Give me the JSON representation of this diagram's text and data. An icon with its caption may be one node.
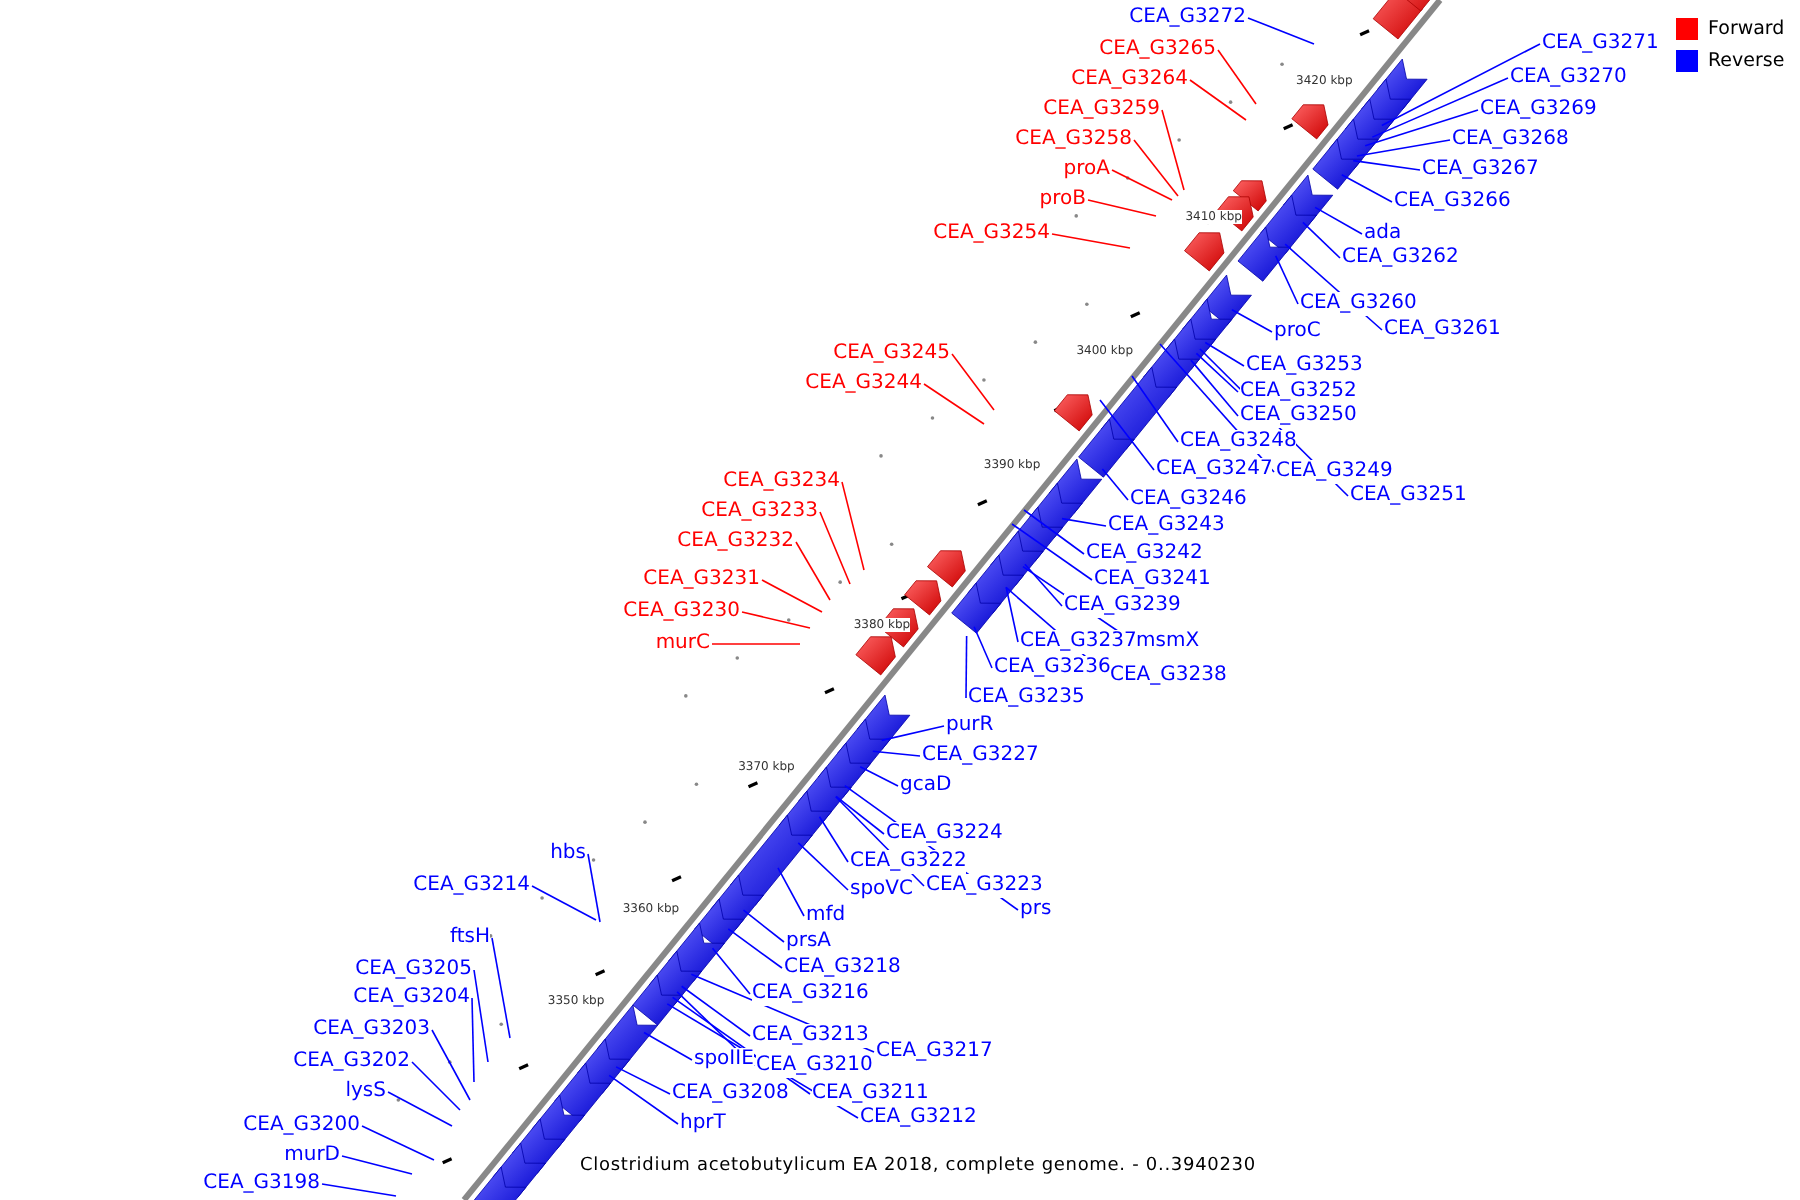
{
  "diagram": {
    "caption": "Clostridium acetobutylicum EA 2018, complete genome. - 0..3940230",
    "nodes": [
      {
        "text": [
          "CEA_G3272"
        ]
      },
      {
        "text": [
          "CEA_G3271"
        ]
      },
      {
        "text": [
          "CEA_G3265"
        ]
      },
      {
        "text": [
          "CEA_G3270"
        ]
      },
      {
        "text": [
          "CEA_G3264"
        ]
      },
      {
        "text": [
          "CEA_G3259"
        ]
      },
      {
        "text": [
          "CEA_G3269"
        ]
      },
      {
        "text": [
          "CEA_G3258"
        ]
      },
      {
        "text": [
          "CEA_G3268"
        ]
      },
      {
        "text": [
          "proA"
        ]
      },
      {
        "text": [
          "CEA_G3267"
        ]
      },
      {
        "text": [
          "proB"
        ]
      },
      {
        "text": [
          "CEA_G3266"
        ]
      },
      {
        "text": [
          "CEA_G3254"
        ]
      },
      {
        "text": [
          "ada"
        ]
      },
      {
        "text": [
          "CEA_G3262"
        ]
      },
      {
        "text": [
          "CEA_G3260"
        ]
      },
      {
        "text": [
          "CEA_G3261"
        ]
      },
      {
        "text": [
          "proC"
        ]
      },
      {
        "text": [
          "CEA_G3245"
        ]
      },
      {
        "text": [
          "CEA_G3253"
        ]
      },
      {
        "text": [
          "CEA_G3244"
        ]
      },
      {
        "text": [
          "CEA_G3252"
        ]
      },
      {
        "text": [
          "CEA_G3250"
        ]
      },
      {
        "text": [
          "CEA_G3248"
        ]
      },
      {
        "text": [
          "CEA_G3247"
        ]
      },
      {
        "text": [
          "CEA_G3249"
        ]
      },
      {
        "text": [
          "CEA_G3234"
        ]
      },
      {
        "text": [
          "CEA_G3251"
        ]
      },
      {
        "text": [
          "CEA_G3246"
        ]
      },
      {
        "text": [
          "CEA_G3233"
        ]
      },
      {
        "text": [
          "CEA_G3243"
        ]
      },
      {
        "text": [
          "CEA_G3232"
        ]
      },
      {
        "text": [
          "CEA_G3242"
        ]
      },
      {
        "text": [
          "CEA_G3231"
        ]
      },
      {
        "text": [
          "CEA_G3241"
        ]
      },
      {
        "text": [
          "CEA_G3239"
        ]
      },
      {
        "text": [
          "CEA_G3230"
        ]
      },
      {
        "text": [
          "CEA_G3237"
        ]
      },
      {
        "text": [
          "msmX"
        ]
      },
      {
        "text": [
          "murC"
        ]
      },
      {
        "text": [
          "CEA_G3236"
        ]
      },
      {
        "text": [
          "CEA_G3238"
        ]
      },
      {
        "text": [
          "CEA_G3235"
        ]
      },
      {
        "text": [
          "purR"
        ]
      },
      {
        "text": [
          "CEA_G3227"
        ]
      },
      {
        "text": [
          "gcaD"
        ]
      },
      {
        "text": [
          "CEA_G3224"
        ]
      },
      {
        "text": [
          "hbs"
        ]
      },
      {
        "text": [
          "CEA_G3222"
        ]
      },
      {
        "text": [
          "CEA_G3214"
        ]
      },
      {
        "text": [
          "CEA_G3223"
        ]
      },
      {
        "text": [
          "spoVC"
        ]
      },
      {
        "text": [
          "mfd"
        ]
      },
      {
        "text": [
          "prs"
        ]
      },
      {
        "text": [
          "prsA"
        ]
      },
      {
        "text": [
          "ftsH"
        ]
      },
      {
        "text": [
          "CEA_G3218"
        ]
      },
      {
        "text": [
          "CEA_G3205"
        ]
      },
      {
        "text": [
          "CEA_G3216"
        ]
      },
      {
        "text": [
          "CEA_G3204"
        ]
      },
      {
        "text": [
          "CEA_G3203"
        ]
      },
      {
        "text": [
          "CEA_G3213"
        ]
      },
      {
        "text": [
          "CEA_G3217"
        ]
      },
      {
        "text": [
          "spoIIE"
        ]
      },
      {
        "text": [
          "CEA_G3202"
        ]
      },
      {
        "text": [
          "CEA_G3210"
        ]
      },
      {
        "text": [
          "lysS"
        ]
      },
      {
        "text": [
          "CEA_G3208"
        ]
      },
      {
        "text": [
          "CEA_G3211"
        ]
      },
      {
        "text": [
          "CEA_G3212"
        ]
      },
      {
        "text": [
          "hprT"
        ]
      },
      {
        "text": [
          "CEA_G3200"
        ]
      },
      {
        "text": [
          "murD"
        ]
      },
      {
        "text": [
          "CEA_G3198"
        ]
      }
    ],
    "edges": [
      {
        "from": 0,
        "to": null,
        "arrow": "none"
      },
      {
        "from": 1,
        "to": null,
        "arrow": "none"
      },
      {
        "from": 2,
        "to": null,
        "arrow": "none",
        "color": "#ff0000"
      },
      {
        "from": 3,
        "to": null,
        "arrow": "none"
      },
      {
        "from": 4,
        "to": null,
        "arrow": "none",
        "color": "#ff0000"
      },
      {
        "from": 5,
        "to": null,
        "arrow": "none",
        "color": "#ff0000"
      },
      {
        "from": 6,
        "to": null,
        "arrow": "none"
      },
      {
        "from": 7,
        "to": null,
        "arrow": "none",
        "color": "#ff0000"
      },
      {
        "from": 8,
        "to": null,
        "arrow": "none"
      },
      {
        "from": 9,
        "to": null,
        "arrow": "none",
        "color": "#ff0000"
      },
      {
        "from": 10,
        "to": null,
        "arrow": "none"
      },
      {
        "from": 11,
        "to": null,
        "arrow": "none",
        "color": "#ff0000"
      },
      {
        "from": 12,
        "to": null,
        "arrow": "none"
      },
      {
        "from": 13,
        "to": null,
        "arrow": "none",
        "color": "#ff0000"
      },
      {
        "from": 14,
        "to": null,
        "arrow": "none"
      },
      {
        "from": 15,
        "to": null,
        "arrow": "none"
      },
      {
        "from": 16,
        "to": null,
        "arrow": "none"
      },
      {
        "from": 17,
        "to": null,
        "arrow": "none"
      },
      {
        "from": 18,
        "to": null,
        "arrow": "none"
      },
      {
        "from": 19,
        "to": null,
        "arrow": "none",
        "color": "#ff0000"
      },
      {
        "from": 20,
        "to": null,
        "arrow": "none"
      },
      {
        "from": 21,
        "to": null,
        "arrow": "none",
        "color": "#ff0000"
      },
      {
        "from": 22,
        "to": null,
        "arrow": "none"
      },
      {
        "from": 23,
        "to": null,
        "arrow": "none"
      },
      {
        "from": 24,
        "to": null,
        "arrow": "none"
      },
      {
        "from": 25,
        "to": null,
        "arrow": "none"
      },
      {
        "from": 26,
        "to": null,
        "arrow": "none"
      },
      {
        "from": 27,
        "to": null,
        "arrow": "none",
        "color": "#ff0000"
      },
      {
        "from": 28,
        "to": null,
        "arrow": "none"
      },
      {
        "from": 29,
        "to": null,
        "arrow": "none"
      },
      {
        "from": 30,
        "to": null,
        "arrow": "none",
        "color": "#ff0000"
      },
      {
        "from": 31,
        "to": null,
        "arrow": "none"
      },
      {
        "from": 32,
        "to": null,
        "arrow": "none",
        "color": "#ff0000"
      },
      {
        "from": 33,
        "to": null,
        "arrow": "none"
      },
      {
        "from": 34,
        "to": null,
        "arrow": "none",
        "color": "#ff0000"
      },
      {
        "from": 35,
        "to": null,
        "arrow": "none"
      },
      {
        "from": 36,
        "to": null,
        "arrow": "none"
      },
      {
        "from": 37,
        "to": null,
        "arrow": "none",
        "color": "#ff0000"
      },
      {
        "from": 38,
        "to": null,
        "arrow": "none"
      },
      {
        "from": 39,
        "to": null,
        "arrow": "none"
      },
      {
        "from": 40,
        "to": null,
        "arrow": "none",
        "color": "#ff0000"
      },
      {
        "from": 41,
        "to": null,
        "arrow": "none"
      },
      {
        "from": 42,
        "to": null,
        "arrow": "none"
      },
      {
        "from": 43,
        "to": null,
        "arrow": "none"
      },
      {
        "from": 44,
        "to": null,
        "arrow": "none"
      },
      {
        "from": 45,
        "to": null,
        "arrow": "none"
      },
      {
        "from": 46,
        "to": null,
        "arrow": "none"
      },
      {
        "from": 47,
        "to": null,
        "arrow": "none"
      },
      {
        "from": 48,
        "to": null,
        "arrow": "none"
      },
      {
        "from": 49,
        "to": null,
        "arrow": "none"
      },
      {
        "from": 50,
        "to": null,
        "arrow": "none"
      },
      {
        "from": 51,
        "to": null,
        "arrow": "none"
      },
      {
        "from": 52,
        "to": null,
        "arrow": "none"
      },
      {
        "from": 53,
        "to": null,
        "arrow": "none"
      },
      {
        "from": 54,
        "to": null,
        "arrow": "none"
      },
      {
        "from": 55,
        "to": null,
        "arrow": "none"
      },
      {
        "from": 56,
        "to": null,
        "arrow": "none"
      },
      {
        "from": 57,
        "to": null,
        "arrow": "none"
      },
      {
        "from": 58,
        "to": null,
        "arrow": "none"
      },
      {
        "from": 59,
        "to": null,
        "arrow": "none"
      },
      {
        "from": 60,
        "to": null,
        "arrow": "none"
      },
      {
        "from": 61,
        "to": null,
        "arrow": "none"
      },
      {
        "from": 62,
        "to": null,
        "arrow": "none"
      },
      {
        "from": 63,
        "to": null,
        "arrow": "none"
      },
      {
        "from": 64,
        "to": null,
        "arrow": "none"
      },
      {
        "from": 65,
        "to": null,
        "arrow": "none"
      },
      {
        "from": 66,
        "to": null,
        "arrow": "none"
      },
      {
        "from": 67,
        "to": null,
        "arrow": "none"
      },
      {
        "from": 68,
        "to": null,
        "arrow": "none"
      },
      {
        "from": 69,
        "to": null,
        "arrow": "none"
      },
      {
        "from": 70,
        "to": null,
        "arrow": "none"
      },
      {
        "from": 71,
        "to": null,
        "arrow": "none"
      },
      {
        "from": 72,
        "to": null,
        "arrow": "none"
      },
      {
        "from": 73,
        "to": null,
        "arrow": "none"
      },
      {
        "from": 74,
        "to": null,
        "arrow": "none"
      }
    ],
    "labels": [
      "3420 kbp",
      "3410 kbp",
      "3400 kbp",
      "3390 kbp",
      "3380 kbp",
      "3370 kbp",
      "3360 kbp",
      "3350 kbp"
    ],
    "legend": [
      {
        "text": "Forward",
        "color": "#ff0000"
      },
      {
        "text": "Reverse",
        "color": "#0000ff"
      }
    ]
  }
}
